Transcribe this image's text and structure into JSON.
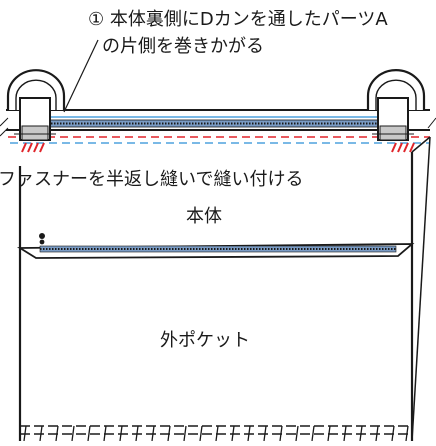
{
  "annotations": {
    "step1_line1": "① 本体裏側にDカンを通したパーツA",
    "step1_line2": "の片側を巻きかがる",
    "zipper_note": "ファスナーを半返し縫いで縫い付ける"
  },
  "parts": {
    "body_label": "本体",
    "outer_pocket_label": "外ポケット"
  },
  "colors": {
    "outline": "#1a1a1a",
    "seam_red": "#e0242a",
    "seam_blue": "#2a8fd8",
    "zipper_tape": "#7a9bc4",
    "handle_fill": "#ffffff",
    "tab_fill": "#c8c8c8"
  }
}
